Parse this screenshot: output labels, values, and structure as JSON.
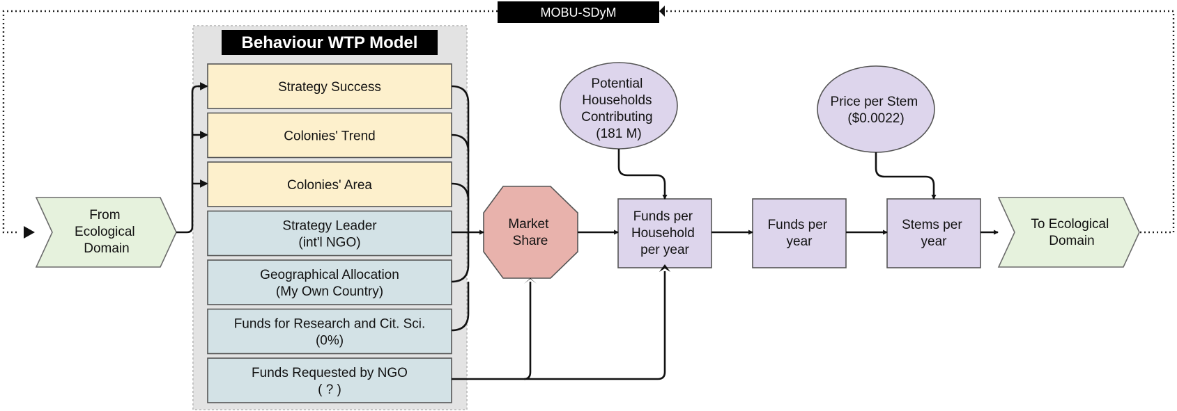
{
  "diagram": {
    "top_label": "MOBU-SDyM",
    "panel_title": "Behaviour WTP Model",
    "from_domain": [
      "From",
      "Ecological",
      "Domain"
    ],
    "to_domain": [
      "To Ecological",
      "Domain"
    ],
    "attributes": [
      {
        "lines": [
          "Strategy Success"
        ],
        "group": "ecological",
        "color": "#fdf0cc"
      },
      {
        "lines": [
          "Colonies' Trend"
        ],
        "group": "ecological",
        "color": "#fdf0cc"
      },
      {
        "lines": [
          "Colonies' Area"
        ],
        "group": "ecological",
        "color": "#fdf0cc"
      },
      {
        "lines": [
          "Strategy Leader",
          "(int'l NGO)"
        ],
        "group": "social",
        "color": "#d3e2e6"
      },
      {
        "lines": [
          "Geographical Allocation",
          "(My Own Country)"
        ],
        "group": "social",
        "color": "#d3e2e6"
      },
      {
        "lines": [
          "Funds for Research and Cit. Sci.",
          "(0%)"
        ],
        "group": "social",
        "color": "#d3e2e6"
      },
      {
        "lines": [
          "Funds Requested by NGO",
          "( ? )"
        ],
        "group": "social",
        "color": "#d3e2e6"
      }
    ],
    "market_share": [
      "Market",
      "Share"
    ],
    "potential_households": [
      "Potential",
      "Households",
      "Contributing",
      "(181 M)"
    ],
    "price_per_stem": [
      "Price per Stem",
      "($0.0022)"
    ],
    "funds_per_household": [
      "Funds per",
      "Household",
      "per year"
    ],
    "funds_per_year": [
      "Funds per",
      "year"
    ],
    "stems_per_year": [
      "Stems per",
      "year"
    ],
    "colors": {
      "ecological_attr": "#fdf0cc",
      "social_attr": "#d3e2e6",
      "panel_bg": "#e3e3e3",
      "market_share": "#e8b2ac",
      "process_node": "#ddd5ec",
      "domain_chevron": "#e6f2dd"
    }
  }
}
